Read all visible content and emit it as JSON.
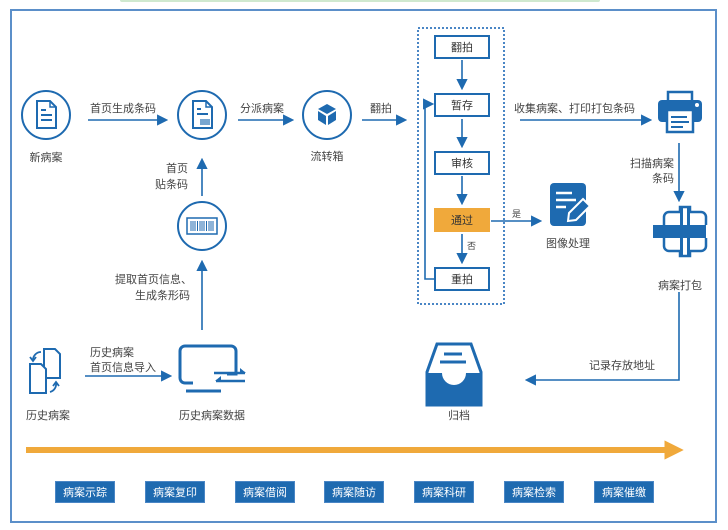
{
  "colors": {
    "primary": "#1e6ab0",
    "accent": "#f0a93b",
    "frame": "#5b8fc9"
  },
  "nodes": {
    "new_case": "新病案",
    "dispatch_box": "流转箱",
    "image_processing": "图像处理",
    "case_packing": "病案打包",
    "history_case": "历史病案",
    "history_data": "历史病案数据",
    "archive": "归档"
  },
  "edges": {
    "generate_barcode": "首页生成条码",
    "dispatch_case": "分派病案",
    "reshoot_arrow": "翻拍",
    "collect_print": "收集病案、打印打包条码",
    "scan_line1": "扫描病案",
    "scan_line2": "条码",
    "paste_line1": "首页",
    "paste_line2": "贴条码",
    "extract_line1": "提取首页信息、",
    "extract_line2": "生成条形码",
    "import_line1": "历史病案",
    "import_line2": "首页信息导入",
    "record_address": "记录存放地址",
    "yes": "是",
    "no": "否"
  },
  "workflow_steps": [
    "翻拍",
    "暂存",
    "审核",
    "通过",
    "重拍"
  ],
  "bottom_buttons": [
    "病案示踪",
    "病案复印",
    "病案借阅",
    "病案随访",
    "病案科研",
    "病案检索",
    "病案催缴"
  ]
}
